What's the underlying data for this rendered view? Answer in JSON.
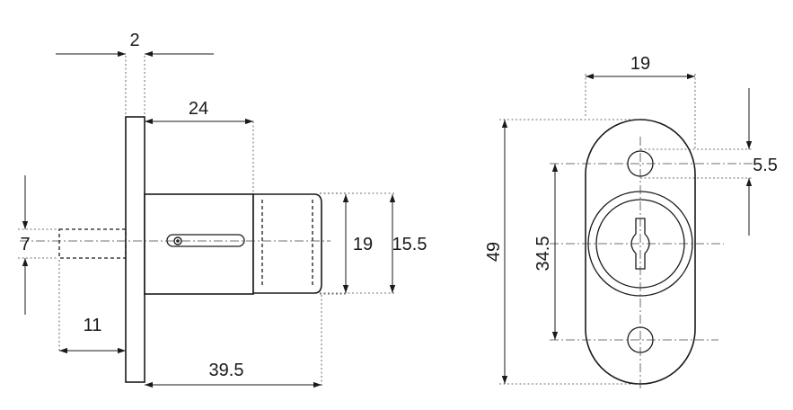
{
  "side_view": {
    "flange_thickness": "2",
    "body_length": "24",
    "plunger_diameter": "19",
    "tip_diameter": "15.5",
    "pin_diameter": "7",
    "pin_length": "11",
    "overall_length": "39.5"
  },
  "front_view": {
    "plate_width": "19",
    "plate_height": "49",
    "hole_spacing": "34.5",
    "hole_diameter": "5.5"
  }
}
